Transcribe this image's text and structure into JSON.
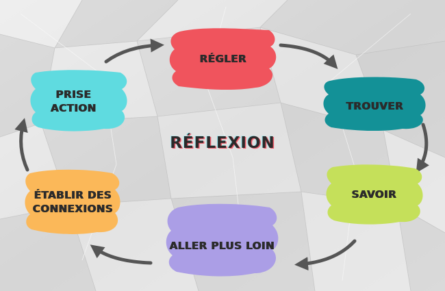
{
  "title": "RÉFLEXION",
  "steps": [
    {
      "label": "RÉGLER",
      "color": "#f0545d"
    },
    {
      "label": "TROUVER",
      "color": "#139197"
    },
    {
      "label": "SAVOIR",
      "color": "#c5e05a"
    },
    {
      "label": "ALLER PLUS LOIN",
      "color": "#ab9ee6"
    },
    {
      "label": "ÉTABLIR DES\nCONNEXIONS",
      "color": "#fbb859"
    },
    {
      "label": "PRISE\nACTION",
      "color": "#5fdbe0"
    }
  ],
  "arrow_color": "#555555"
}
